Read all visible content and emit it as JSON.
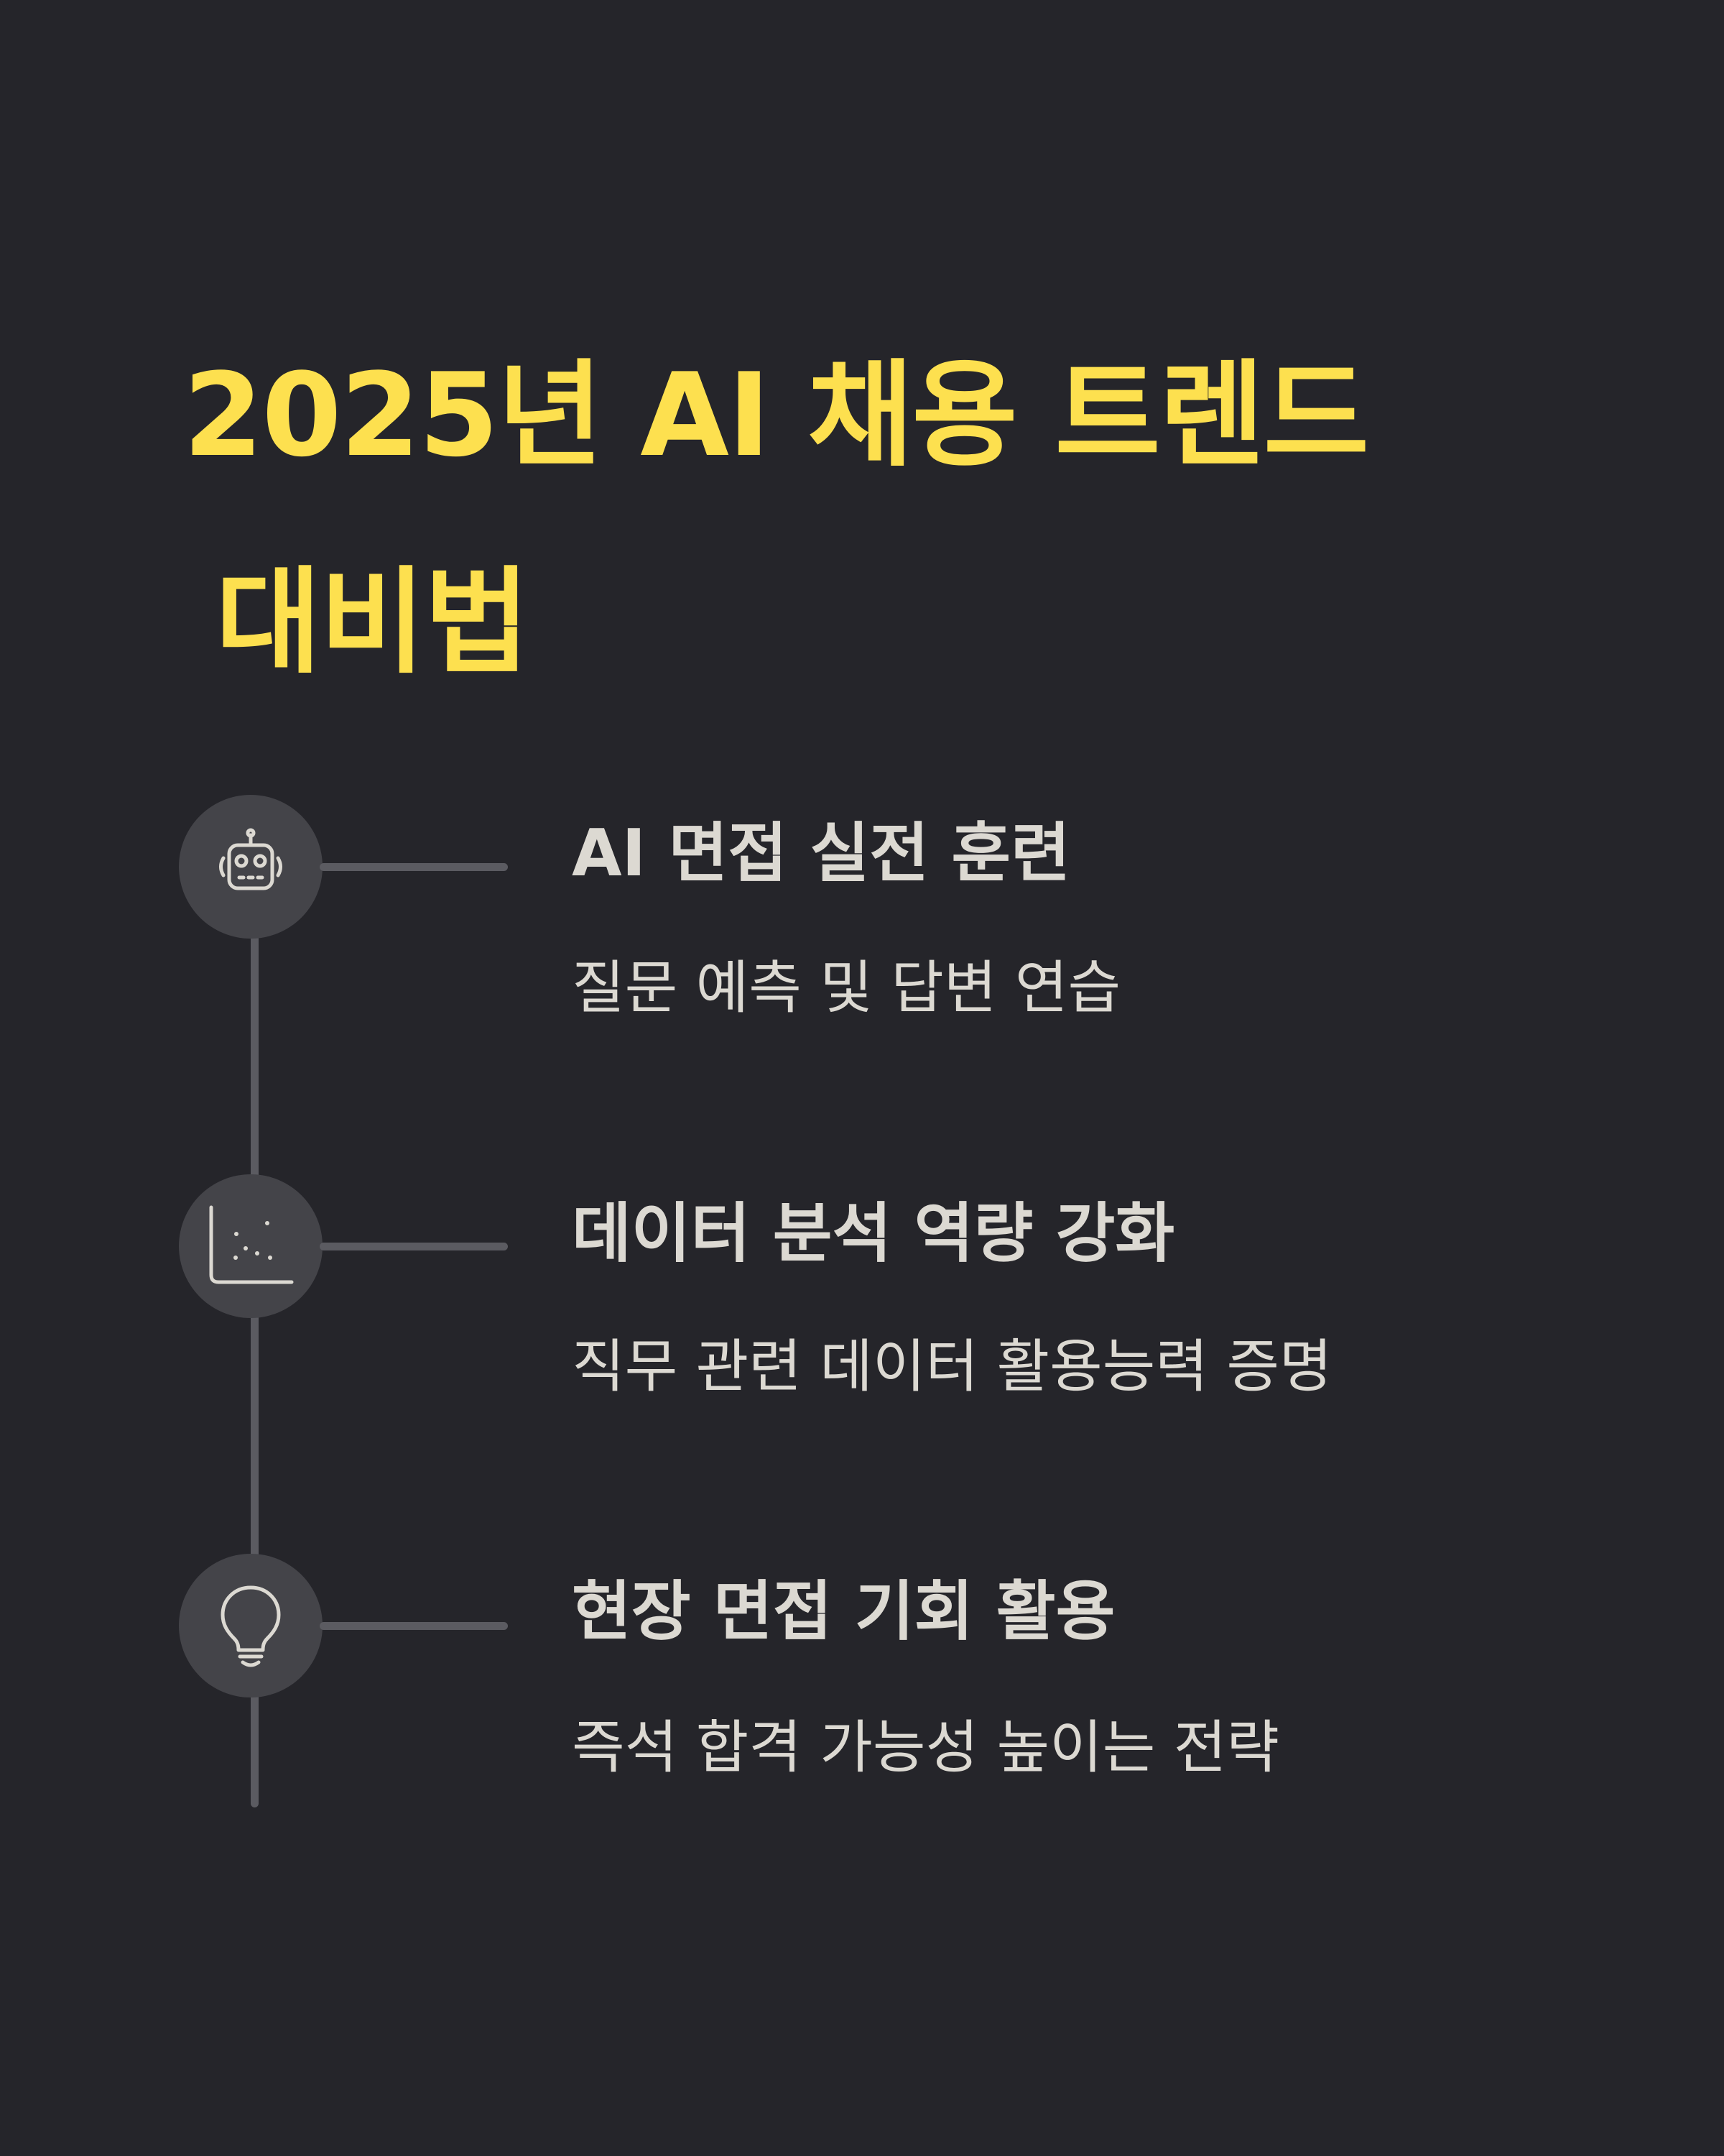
{
  "title": {
    "line1": "2025년 AI 채용 트렌드",
    "line2": "대비법"
  },
  "colors": {
    "background": "#25252a",
    "accent": "#fde04f",
    "text": "#dcd9d2",
    "node": "#444449",
    "line": "#5b5b61"
  },
  "items": [
    {
      "icon": "robot-icon",
      "title": "AI 면접 실전 훈련",
      "description": "질문 예측 및 답변 연습"
    },
    {
      "icon": "scatter-chart-icon",
      "title": "데이터 분석 역량 강화",
      "description": "직무 관련 데이터 활용능력 증명"
    },
    {
      "icon": "lightbulb-icon",
      "title": "현장 면접 기회 활용",
      "description": "즉석 합격 가능성 높이는 전략"
    }
  ]
}
